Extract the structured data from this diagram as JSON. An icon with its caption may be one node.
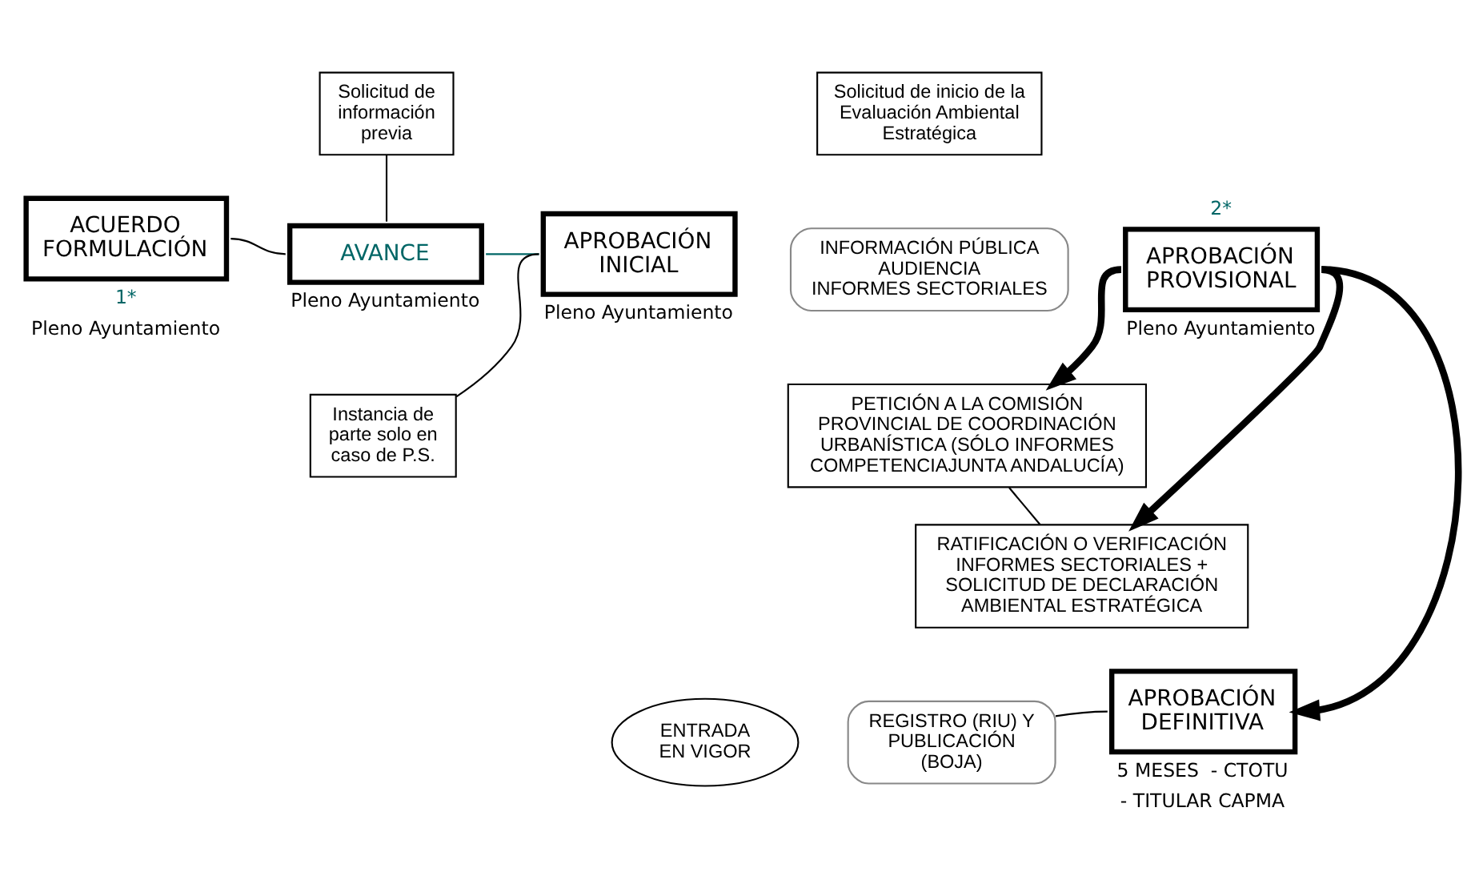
{
  "diagram": {
    "nodes": [
      {
        "text": [
          "Solicitud de información previa"
        ]
      },
      {
        "text": [
          "Solicitud de inicio de la Evaluación Ambiental Estratégica"
        ]
      },
      {
        "text": [
          "ACUERDO FORMULACIÓN"
        ],
        "beside": [
          "1*",
          "Pleno Ayuntamiento"
        ]
      },
      {
        "text": [
          "AVANCE"
        ],
        "beside": [
          "Pleno Ayuntamiento"
        ]
      },
      {
        "text": [
          "APROBACIÓN INICIAL"
        ],
        "beside": [
          "Pleno Ayuntamiento"
        ]
      },
      {
        "text": [
          "Instancia de parte solo en caso de P.S."
        ]
      },
      {
        "text": [
          "INFORMACIÓN PÚBLICA",
          "AUDIENCIA",
          "INFORMES SECTORIALES"
        ]
      },
      {
        "text": [
          "APROBACIÓN PROVISIONAL"
        ],
        "beside": [
          "2*",
          "Pleno Ayuntamiento"
        ]
      },
      {
        "text": [
          "PETICIÓN A LA COMISIÓN PROVINCIAL DE COORDINACIÓN URBANÍSTICA (SÓLO INFORMES COMPETENCIAJUNTA ANDALUCÍA)"
        ]
      },
      {
        "text": [
          "RATIFICACIÓN O VERIFICACIÓN INFORMES SECTORIALES + SOLICITUD DE DECLARACIÓN AMBIENTAL ESTRATÉGICA"
        ]
      },
      {
        "text": [
          "ENTRADA EN VIGOR"
        ]
      },
      {
        "text": [
          "REGISTRO (RIU) Y PUBLICACIÓN (BOJA)"
        ]
      },
      {
        "text": [
          "APROBACIÓN DEFINITIVA"
        ],
        "beside": [
          "5 MESES  - CTOTU",
          "- TITULAR CAPMA"
        ]
      }
    ],
    "edges": [
      {
        "from": 2,
        "to": 3,
        "arrow": "none"
      },
      {
        "from": 0,
        "to": 3,
        "arrow": "none"
      },
      {
        "from": 3,
        "to": 4,
        "arrow": "none",
        "color": "#006666"
      },
      {
        "from": 5,
        "to": 4,
        "arrow": "none"
      },
      {
        "from": 7,
        "to": 8,
        "arrow": "to",
        "style": "thick"
      },
      {
        "from": 8,
        "to": 9,
        "arrow": "none"
      },
      {
        "from": 7,
        "to": 9,
        "arrow": "to",
        "style": "thick"
      },
      {
        "from": 7,
        "to": 12,
        "arrow": "to",
        "style": "thick"
      },
      {
        "from": 11,
        "to": 12,
        "arrow": "none"
      }
    ]
  }
}
